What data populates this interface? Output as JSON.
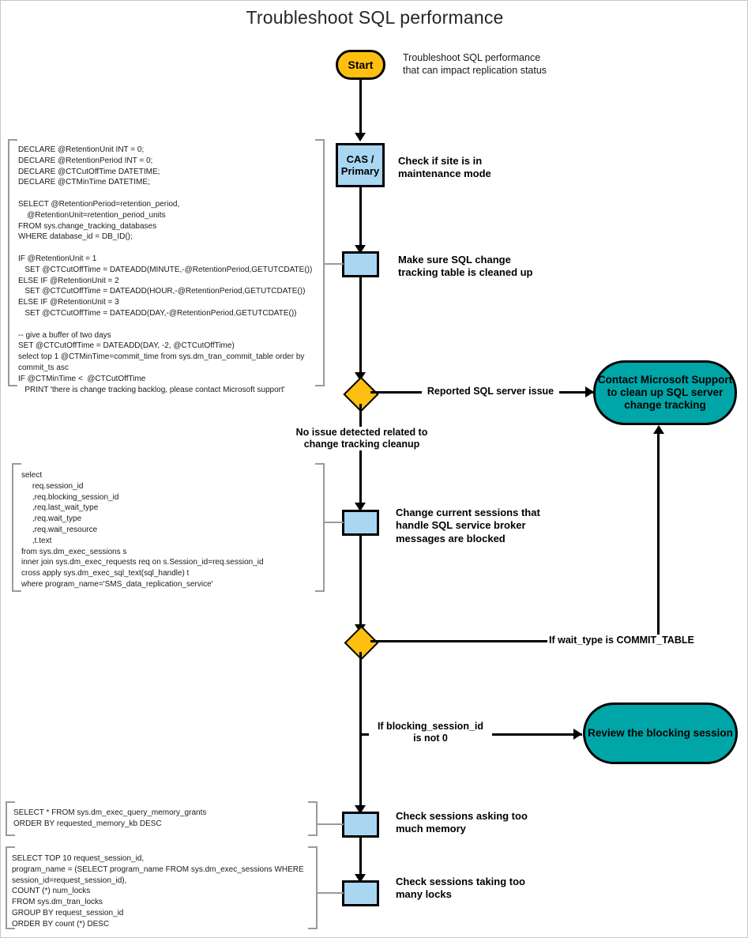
{
  "page": {
    "title": "Troubleshoot SQL performance"
  },
  "nodes": {
    "start": {
      "label": "Start",
      "color": "#FFBF10"
    },
    "cas_primary": {
      "label": "CAS /\nPrimary",
      "color": "#A9D7F2"
    },
    "change_tracking": {
      "label": "",
      "color": "#A9D7F2"
    },
    "decision_ct": {
      "label": "",
      "color": "#FFBF10"
    },
    "contact_support": {
      "label": "Contact Microsoft Support\nto clean up SQL server\nchange tracking",
      "color": "#00A5A8"
    },
    "sessions_blocked": {
      "label": "",
      "color": "#A9D7F2"
    },
    "decision_wait": {
      "label": "",
      "color": "#FFBF10"
    },
    "review_blocking": {
      "label": "Review the blocking session",
      "color": "#00A5A8"
    },
    "memory_box": {
      "label": "",
      "color": "#A9D7F2"
    },
    "locks_box": {
      "label": "",
      "color": "#A9D7F2"
    }
  },
  "descriptions": {
    "start_note": "Troubleshoot SQL performance\nthat can impact replication status",
    "cas_primary": "Check if site is in\nmaintenance mode",
    "change_tracking": "Make sure SQL change\ntracking table is cleaned up",
    "sessions_blocked": "Change current sessions that\nhandle SQL service broker\nmessages are blocked",
    "memory": "Check sessions asking too\nmuch memory",
    "locks": "Check sessions taking too\nmany locks"
  },
  "edges": {
    "reported_issue": "Reported SQL server issue",
    "no_issue": "No issue detected related to\nchange tracking cleanup",
    "wait_type_commit": "If wait_type is COMMIT_TABLE",
    "blocking_not_zero": "If blocking_session_id\nis not 0"
  },
  "sql": {
    "change_tracking": "DECLARE @RetentionUnit INT = 0;\nDECLARE @RetentionPeriod INT = 0;\nDECLARE @CTCutOffTime DATETIME;\nDECLARE @CTMinTime DATETIME;\n\nSELECT @RetentionPeriod=retention_period,\n    @RetentionUnit=retention_period_units\nFROM sys.change_tracking_databases\nWHERE database_id = DB_ID();\n\nIF @RetentionUnit = 1\n   SET @CTCutOffTime = DATEADD(MINUTE,-@RetentionPeriod,GETUTCDATE())\nELSE IF @RetentionUnit = 2\n   SET @CTCutOffTime = DATEADD(HOUR,-@RetentionPeriod,GETUTCDATE())\nELSE IF @RetentionUnit = 3\n   SET @CTCutOffTime = DATEADD(DAY,-@RetentionPeriod,GETUTCDATE())\n\n-- give a buffer of two days\nSET @CTCutOffTime = DATEADD(DAY, -2, @CTCutOffTime)\nselect top 1 @CTMinTime=commit_time from sys.dm_tran_commit_table order by\ncommit_ts asc\nIF @CTMinTime <  @CTCutOffTime\n   PRINT 'there is change tracking backlog, please contact Microsoft support'",
    "sessions": "select\n     req.session_id\n     ,req.blocking_session_id\n     ,req.last_wait_type\n     ,req.wait_type\n     ,req.wait_resource\n     ,t.text\nfrom sys.dm_exec_sessions s\ninner join sys.dm_exec_requests req on s.Session_id=req.session_id\ncross apply sys.dm_exec_sql_text(sql_handle) t\nwhere program_name='SMS_data_replication_service'",
    "memory": "SELECT * FROM sys.dm_exec_query_memory_grants\nORDER BY requested_memory_kb DESC",
    "locks": "SELECT TOP 10 request_session_id,\nprogram_name = (SELECT program_name FROM sys.dm_exec_sessions WHERE\nsession_id=request_session_id),\nCOUNT (*) num_locks\nFROM sys.dm_tran_locks\nGROUP BY request_session_id\nORDER BY count (*) DESC"
  }
}
